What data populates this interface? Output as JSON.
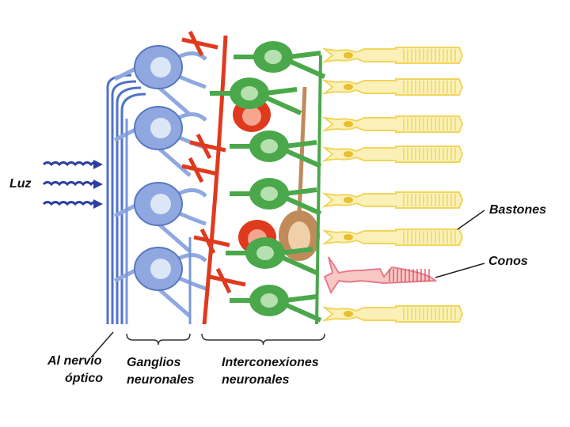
{
  "labels": {
    "light": "Luz",
    "rods": "Bastones",
    "cones": "Conos",
    "optic_nerve_line1": "Al nervio",
    "optic_nerve_line2": "óptico",
    "ganglia_line1": "Ganglios",
    "ganglia_line2": "neuronales",
    "interconnections_line1": "Interconexiones",
    "interconnections_line2": "neuronales"
  },
  "colors": {
    "ganglion": "#8fa8e0",
    "ganglion_nucleus": "#dbe6f7",
    "amacrine": "#e03a1e",
    "bipolar": "#4aa84a",
    "horizontal": "#c08a5a",
    "rod": "#f1d55a",
    "rod_fill": "#fbf1b8",
    "cone": "#e87a8a",
    "cone_fill": "#f7c8c4",
    "light_arrow": "#2c3fa0"
  }
}
